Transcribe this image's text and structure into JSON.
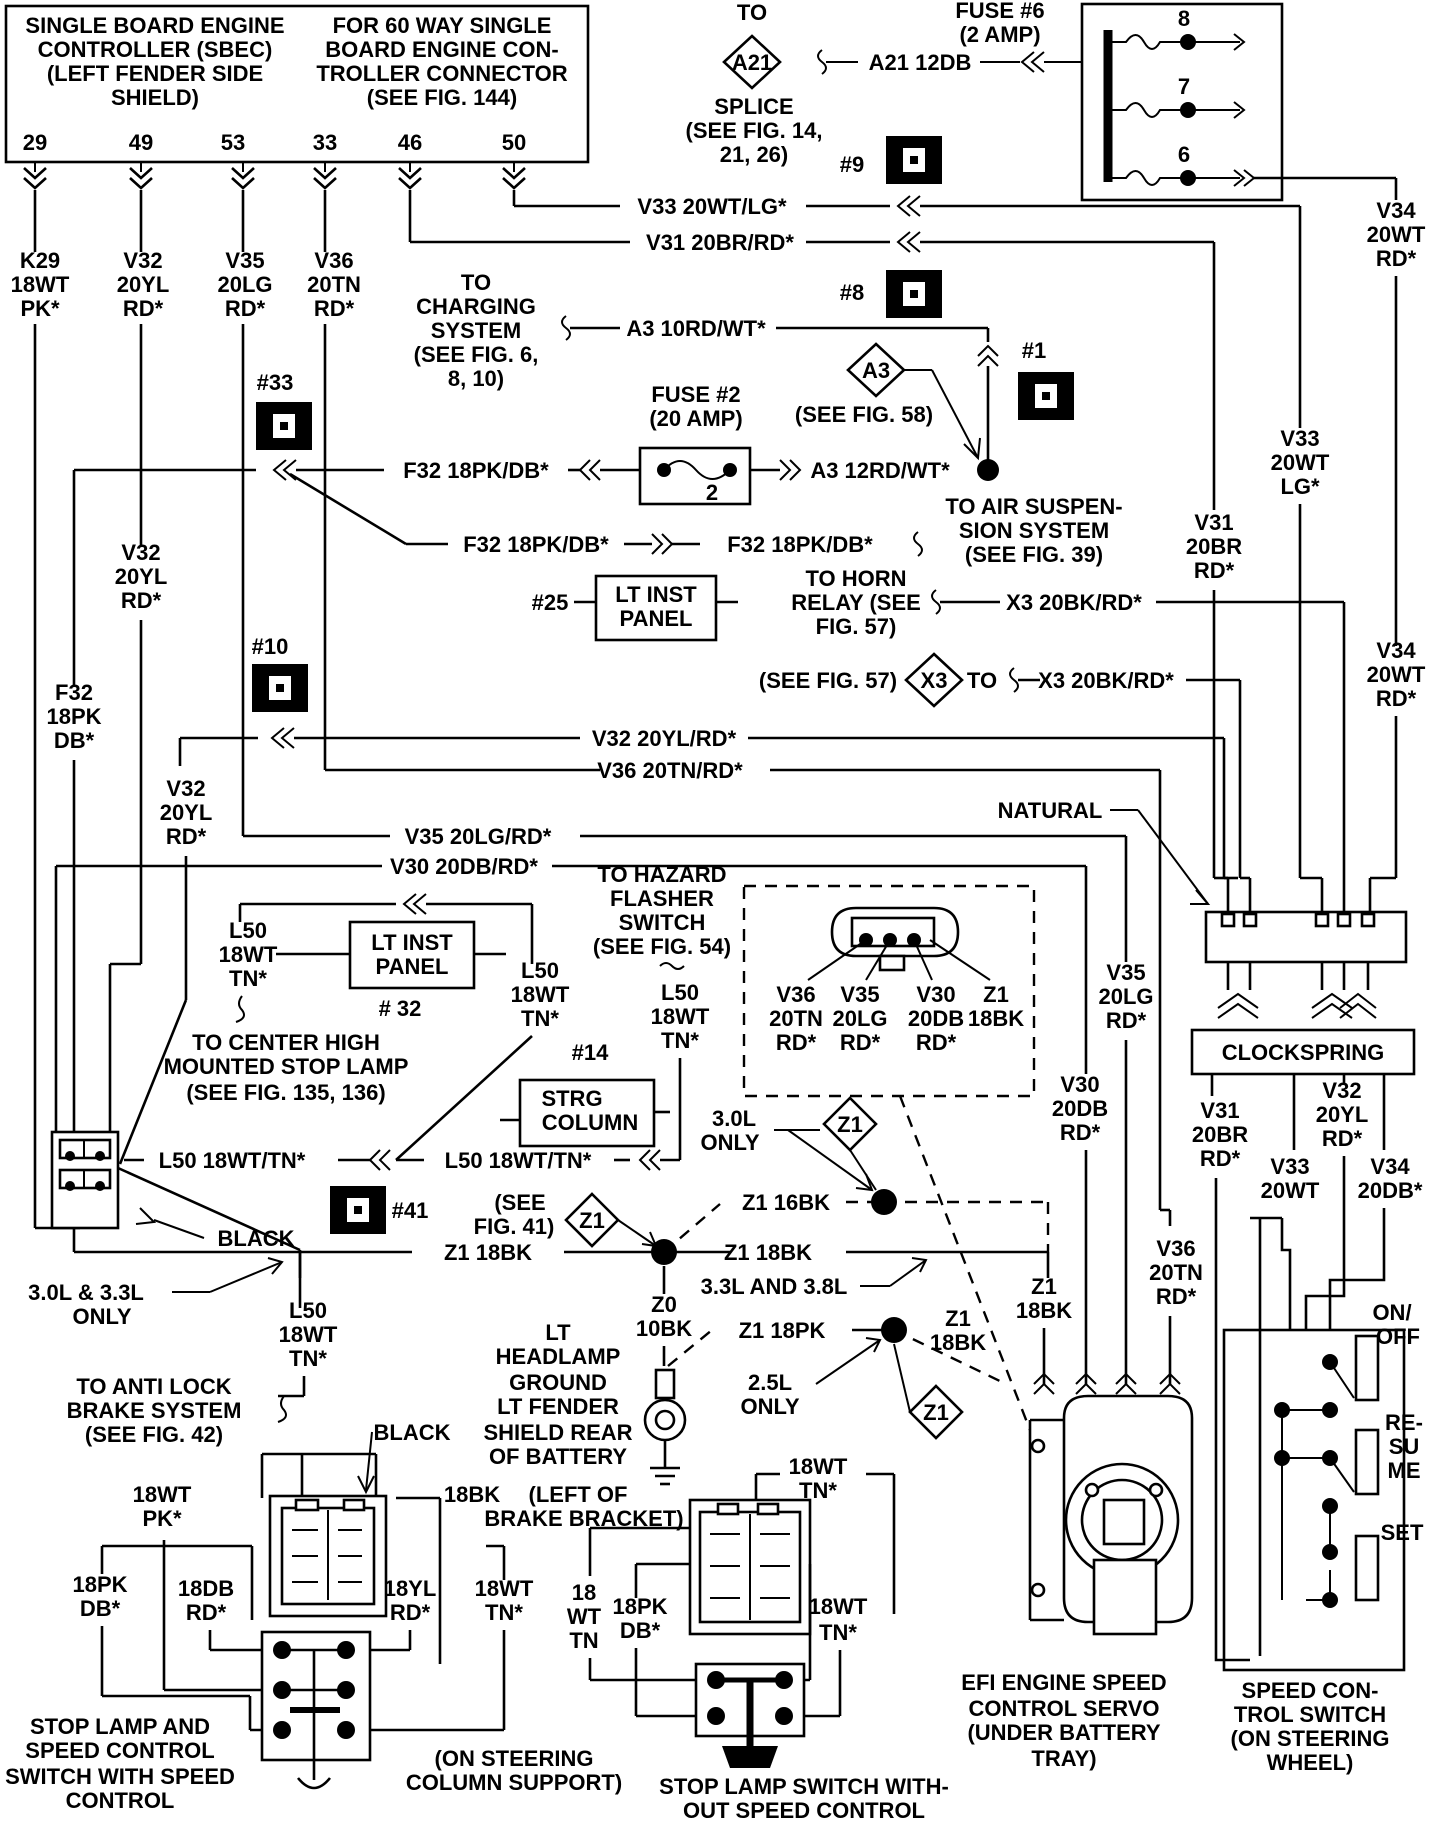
{
  "sbec": {
    "lines": [
      "SINGLE BOARD ENGINE",
      "CONTROLLER (SBEC)",
      "(LEFT FENDER SIDE",
      "SHIELD)"
    ],
    "connector_lines": [
      "FOR 60 WAY SINGLE",
      "BOARD ENGINE CON-",
      "TROLLER CONNECTOR",
      "(SEE FIG. 144)"
    ],
    "pins": [
      "29",
      "49",
      "53",
      "33",
      "46",
      "50"
    ]
  },
  "drop_wires": [
    {
      "lines": [
        "K29",
        "18WT",
        "PK*"
      ]
    },
    {
      "lines": [
        "V32",
        "20YL",
        "RD*"
      ]
    },
    {
      "lines": [
        "V35",
        "20LG",
        "RD*"
      ]
    },
    {
      "lines": [
        "V36",
        "20TN",
        "RD*"
      ]
    }
  ],
  "fuse6": {
    "title": "FUSE #6",
    "rating": "(2 AMP)",
    "terminals": [
      "8",
      "7",
      "6"
    ]
  },
  "a21": {
    "to": "TO",
    "symbol": "A21",
    "splice": "SPLICE",
    "see_lines": [
      "(SEE FIG. 14,",
      "21, 26)"
    ],
    "wire": "A21 12DB"
  },
  "ground_refs": {
    "g9": "#9",
    "g8": "#8",
    "g1": "#1",
    "g33": "#33",
    "g10": "#10",
    "g41": "#41",
    "g25": "#25",
    "g32": "# 32",
    "g14": "#14"
  },
  "wires": {
    "v33_top": "V33 20WT/LG*",
    "v31_top": "V31 20BR/RD*",
    "a3_10": "A3 10RD/WT*",
    "f32_a": "F32 18PK/DB*",
    "a3_12": "A3 12RD/WT*",
    "f32_b": "F32 18PK/DB*",
    "f32_c": "F32 18PK/DB*",
    "x3_a": "X3 20BK/RD*",
    "x3_b": "X3 20BK/RD*",
    "v32_mid": "V32 20YL/RD*",
    "v36_mid": "V36 20TN/RD*",
    "v35_mid": "V35 20LG/RD*",
    "v30_mid": "V30 20DB/RD*",
    "l50_a": "L50 18WT/TN*",
    "l50_b": "L50 18WT/TN*",
    "z1_16": "Z1 16BK",
    "z1_18a": "Z1 18BK",
    "z1_18b": "Z1 18BK",
    "z1_18pk": "Z1 18PK"
  },
  "charging": [
    "TO",
    "CHARGING",
    "SYSTEM",
    "(SEE FIG. 6,",
    "8, 10)"
  ],
  "a3": {
    "symbol": "A3",
    "see": "(SEE FIG. 58)"
  },
  "fuse2": {
    "title": "FUSE #2",
    "rating": "(20 AMP)",
    "number": "2"
  },
  "air_susp": [
    "TO AIR SUSPEN-",
    "SION SYSTEM",
    "(SEE FIG. 39)"
  ],
  "horn": [
    "TO HORN",
    "RELAY (SEE",
    "FIG. 57)"
  ],
  "x3": {
    "see": "(SEE FIG. 57)",
    "symbol": "X3",
    "to": "TO"
  },
  "lt_inst_panel": [
    "LT INST",
    "PANEL"
  ],
  "right_labels": {
    "v34_top": [
      "V34",
      "20WT",
      "RD*"
    ],
    "v33_right": [
      "V33",
      "20WT",
      "LG*"
    ],
    "v31_right": [
      "V31",
      "20BR",
      "RD*"
    ],
    "v34_mid": [
      "V34",
      "20WT",
      "RD*"
    ]
  },
  "left_labels": {
    "v32_a": [
      "V32",
      "20YL",
      "RD*"
    ],
    "f32_left": [
      "F32",
      "18PK",
      "DB*"
    ],
    "v32_b": [
      "V32",
      "20YL",
      "RD*"
    ]
  },
  "natural": "NATURAL",
  "clockspring": "CLOCKSPRING",
  "l50_left": [
    "L50",
    "18WT",
    "TN*"
  ],
  "l50_right": [
    "L50",
    "18WT",
    "TN*"
  ],
  "l50_mid": [
    "L50",
    "18WT",
    "TN*"
  ],
  "l50_bottom": [
    "L50",
    "18WT",
    "TN*"
  ],
  "chmsl": [
    "TO CENTER HIGH",
    "MOUNTED STOP LAMP",
    "(SEE FIG. 135, 136)"
  ],
  "hazard": [
    "TO HAZARD",
    "FLASHER",
    "SWITCH",
    "(SEE FIG. 54)"
  ],
  "strg_column": [
    "STRG",
    "COLUMN"
  ],
  "connector_pins": [
    {
      "lines": [
        "V36",
        "20TN",
        "RD*"
      ]
    },
    {
      "lines": [
        "V35",
        "20LG",
        "RD*"
      ]
    },
    {
      "lines": [
        "V30",
        "20DB",
        "RD*"
      ]
    },
    {
      "lines": [
        "Z1",
        "18BK"
      ]
    }
  ],
  "servo_wires": {
    "v35": [
      "V35",
      "20LG",
      "RD*"
    ],
    "v30": [
      "V30",
      "20DB",
      "RD*"
    ],
    "v36": [
      "V36",
      "20TN",
      "RD*"
    ],
    "z1": [
      "Z1",
      "18BK"
    ]
  },
  "clockspring_outs": {
    "v31": [
      "V31",
      "20BR",
      "RD*"
    ],
    "v32": [
      "V32",
      "20YL",
      "RD*"
    ],
    "v33": [
      "V33",
      "20WT"
    ],
    "v34": [
      "V34",
      "20DB*"
    ]
  },
  "engine_30": [
    "3.0L",
    "ONLY"
  ],
  "see41": [
    "(SEE",
    "FIG. 41)"
  ],
  "z1_symbol": "Z1",
  "black": "BLACK",
  "engine_3033": [
    "3.0L & 3.3L",
    "ONLY"
  ],
  "engine_3338": "3.3L AND 3.8L",
  "engine_25": [
    "2.5L",
    "ONLY"
  ],
  "z0": [
    "Z0",
    "10BK"
  ],
  "z1_18bk_right": [
    "Z1",
    "18BK"
  ],
  "headlamp": [
    "LT",
    "HEADLAMP",
    "GROUND",
    "LT FENDER",
    "SHIELD REAR",
    "OF BATTERY"
  ],
  "brake_bracket": [
    "(LEFT OF",
    "BRAKE BRACKET)"
  ],
  "antilock": [
    "TO ANTI LOCK",
    "BRAKE SYSTEM",
    "(SEE FIG. 42)"
  ],
  "stop_sw_left_wires": {
    "wt_pk": [
      "18WT",
      "PK*"
    ],
    "bk": "18BK",
    "black": "BLACK",
    "pk_db": [
      "18PK",
      "DB*"
    ],
    "db_rd": [
      "18DB",
      "RD*"
    ],
    "yl_rd": [
      "18YL",
      "RD*"
    ],
    "wt_tn": [
      "18WT",
      "TN*"
    ]
  },
  "stop_sw_left_title": [
    "STOP LAMP AND",
    "SPEED CONTROL",
    "SWITCH WITH SPEED",
    "CONTROL"
  ],
  "steering_support": [
    "(ON STEERING",
    "COLUMN  SUPPORT)"
  ],
  "stop_sw_right_wires": {
    "wt_tn_top": [
      "18WT",
      "TN*"
    ],
    "wt_tn_left": [
      "18",
      "WT",
      "TN"
    ],
    "pk_db": [
      "18PK",
      "DB*"
    ],
    "wt_tn_right": [
      "18WT",
      "TN*"
    ]
  },
  "stop_sw_right_title": [
    "STOP LAMP SWITCH WITH-",
    "OUT SPEED CONTROL"
  ],
  "servo_title": [
    "EFI ENGINE SPEED",
    "CONTROL SERVO",
    "(UNDER BATTERY",
    "TRAY)"
  ],
  "speed_sw_labels": {
    "onoff": [
      "ON/",
      "OFF"
    ],
    "resume": [
      "RE-",
      "SU",
      "ME"
    ],
    "set": "SET"
  },
  "speed_sw_title": [
    "SPEED CON-",
    "TROL SWITCH",
    "(ON STEERING",
    "WHEEL)"
  ]
}
